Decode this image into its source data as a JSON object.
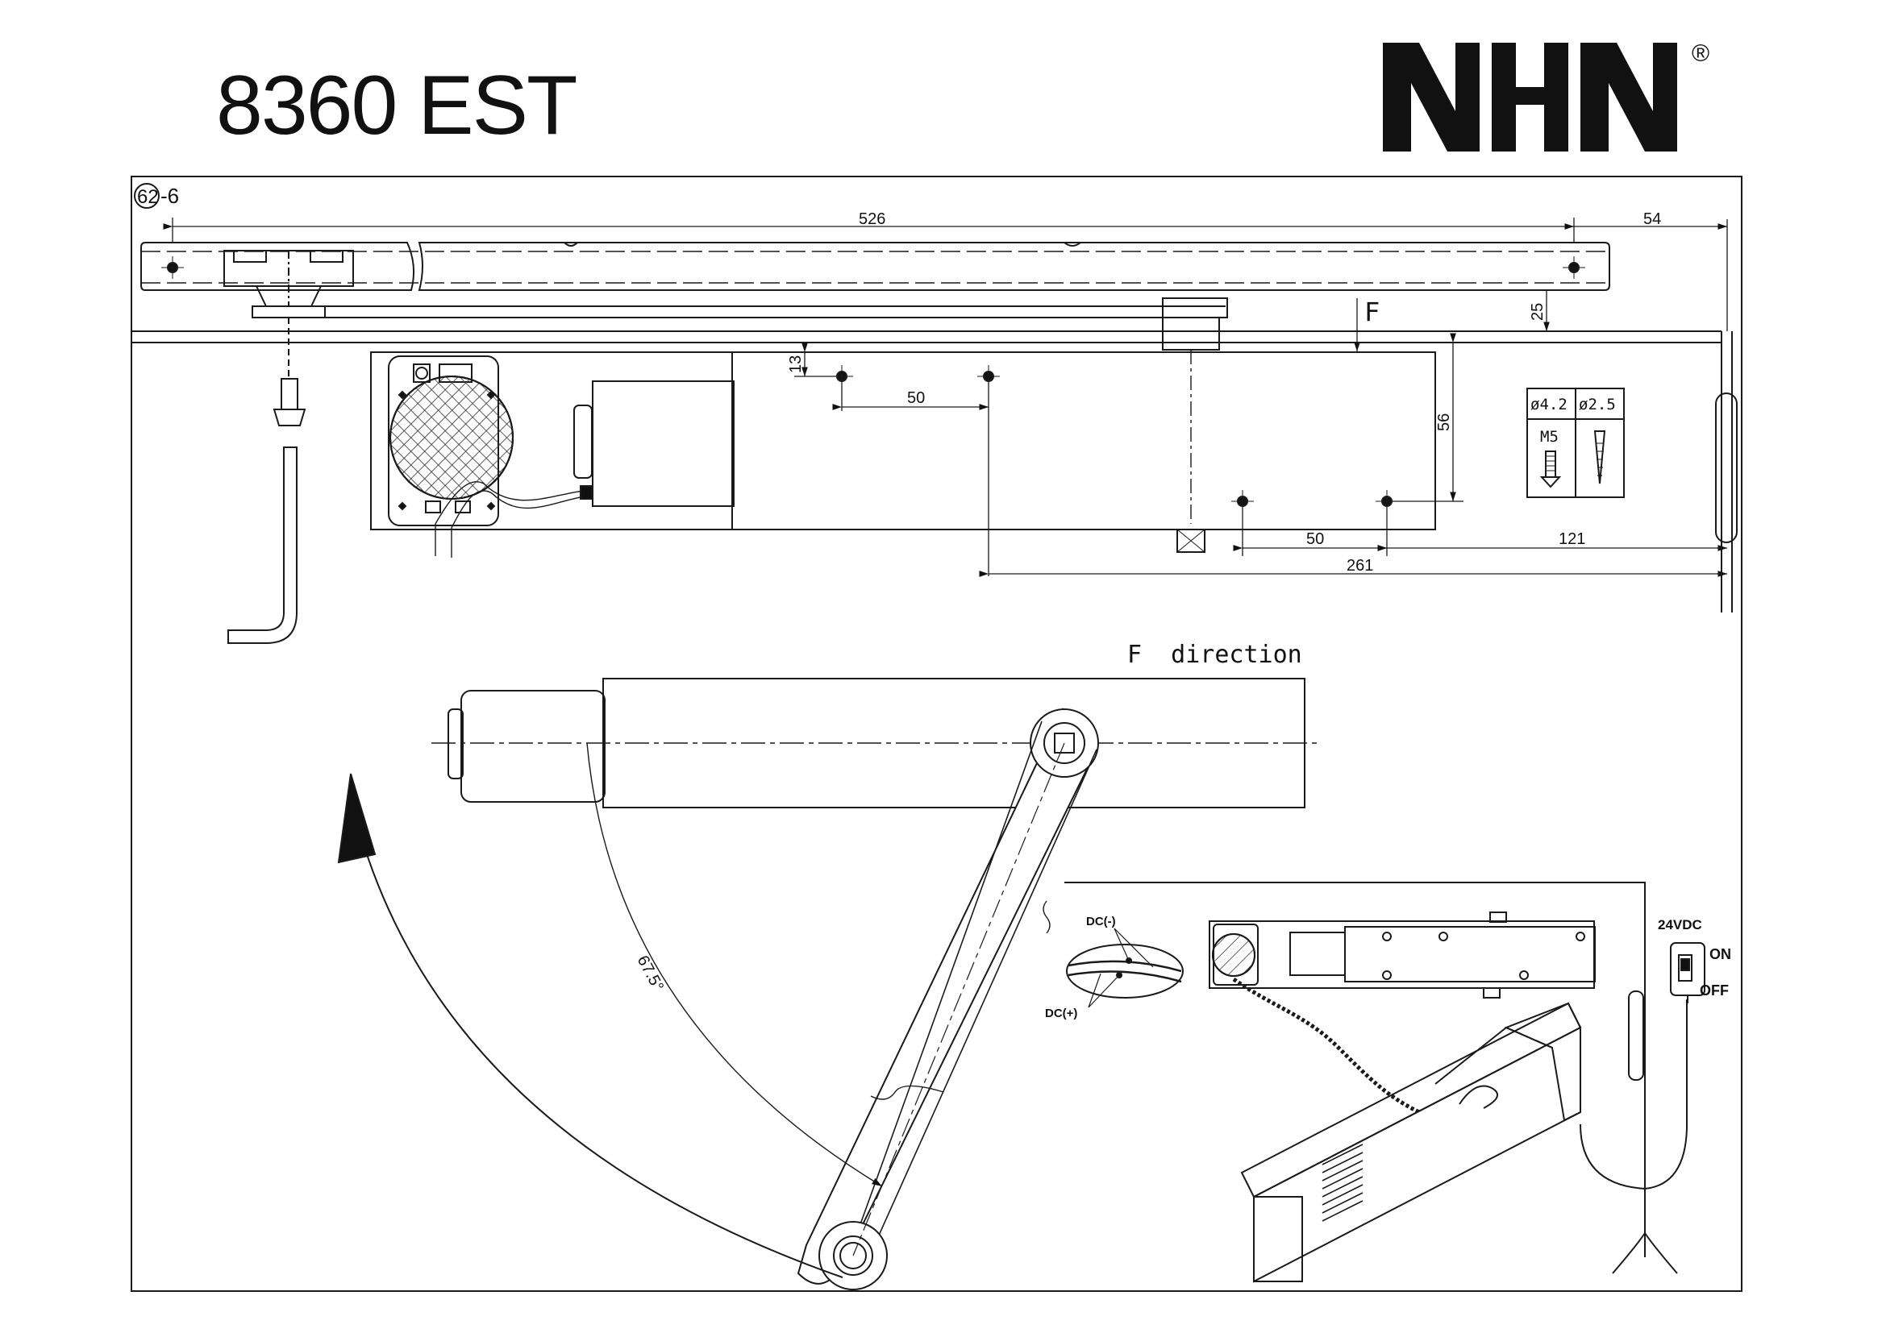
{
  "header": {
    "model": "8360 EST",
    "brand": "NHN",
    "registered": "®"
  },
  "sheet": {
    "ref_number": "62",
    "ref_suffix": "-6"
  },
  "dimensions": {
    "rail_length": "526",
    "rail_end": "54",
    "rail_offset": "25",
    "top_gap": "13",
    "hole_pitch_top": "50",
    "body_height": "56",
    "hole_pitch_bottom": "50",
    "pivot_to_end": "121",
    "hole_to_end": "261"
  },
  "screw_table": {
    "hole_a": "ø4.2",
    "hole_b": "ø2.5",
    "screw_a": "M5"
  },
  "labels": {
    "force": "F",
    "direction": "F  direction",
    "angle": "67.5°"
  },
  "wiring": {
    "dc_neg": "DC(-)",
    "dc_pos": "DC(+)",
    "voltage": "24VDC",
    "on": "ON",
    "off": "OFF"
  },
  "colors": {
    "line": "#1a1a1a",
    "paper": "#ffffff"
  }
}
